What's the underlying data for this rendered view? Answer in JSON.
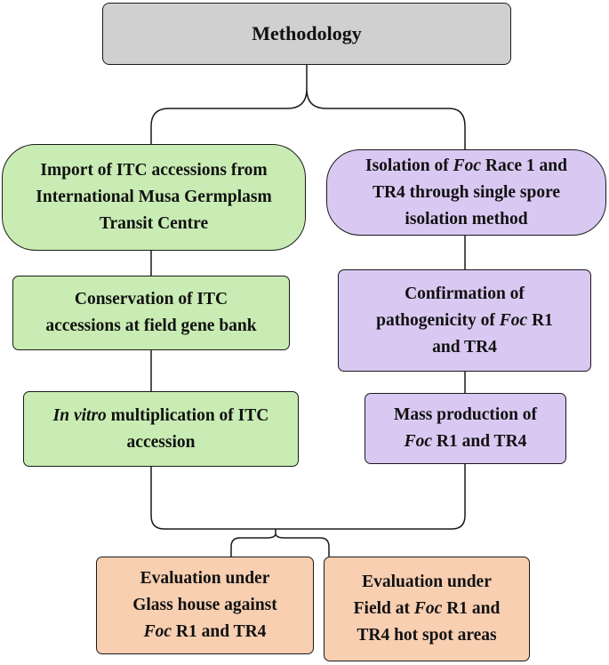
{
  "title": "Methodology",
  "left_branch": {
    "step1": [
      "Import of ITC accessions from",
      "International Musa Germplasm",
      "Transit Centre"
    ],
    "step2": [
      "Conservation of ITC",
      "accessions at field gene bank"
    ],
    "step3": {
      "line1_italic": "In vitro",
      "line1_rest": " multiplication of ITC",
      "line2": "accession"
    }
  },
  "right_branch": {
    "step1": {
      "line1_a": "Isolation of ",
      "line1_italic": "Foc",
      "line1_b": " Race 1 and",
      "line2": "TR4 through single spore",
      "line3": "isolation method"
    },
    "step2": {
      "line1": "Confirmation of",
      "line2_a": "pathogenicity of ",
      "line2_italic": "Foc",
      "line2_b": " R1",
      "line3": "and TR4"
    },
    "step3": {
      "line1": "Mass production of",
      "line2_italic": "Foc",
      "line2_b": " R1 and TR4"
    }
  },
  "outcomes": {
    "glasshouse": {
      "line1": "Evaluation under",
      "line2": "Glass house against",
      "line3_italic": "Foc",
      "line3_b": " R1 and TR4"
    },
    "field": {
      "line1": "Evaluation under",
      "line2_a": "Field at ",
      "line2_italic": "Foc",
      "line2_b": " R1 and",
      "line3": "TR4 hot spot areas"
    }
  },
  "colors": {
    "title_fill": "#d0d0d0",
    "left_fill": "#c8ecb3",
    "right_fill": "#d9c9f2",
    "outcome_fill": "#f8cfb1",
    "line": "#1a1a1a"
  }
}
